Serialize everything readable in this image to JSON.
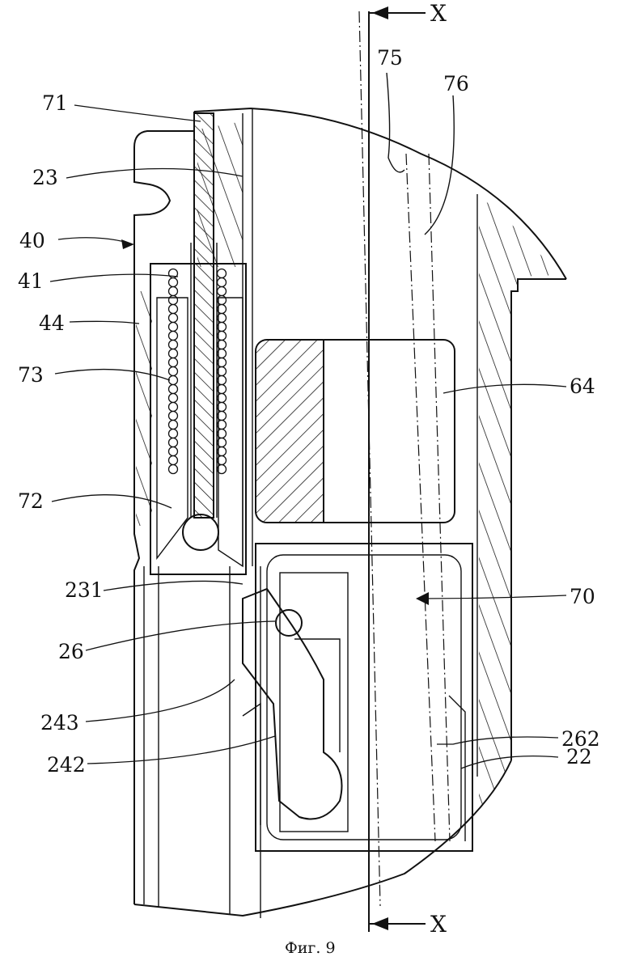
{
  "figure": {
    "caption": "Фиг. 9",
    "section_top": "X",
    "section_bottom": "X"
  },
  "labels": {
    "l71": "71",
    "l23": "23",
    "l40": "40",
    "l41": "41",
    "l44": "44",
    "l73": "73",
    "l72": "72",
    "l231": "231",
    "l26": "26",
    "l243": "243",
    "l242": "242",
    "l75": "75",
    "l76": "76",
    "l64": "64",
    "l70": "70",
    "l262": "262",
    "l22": "22"
  }
}
